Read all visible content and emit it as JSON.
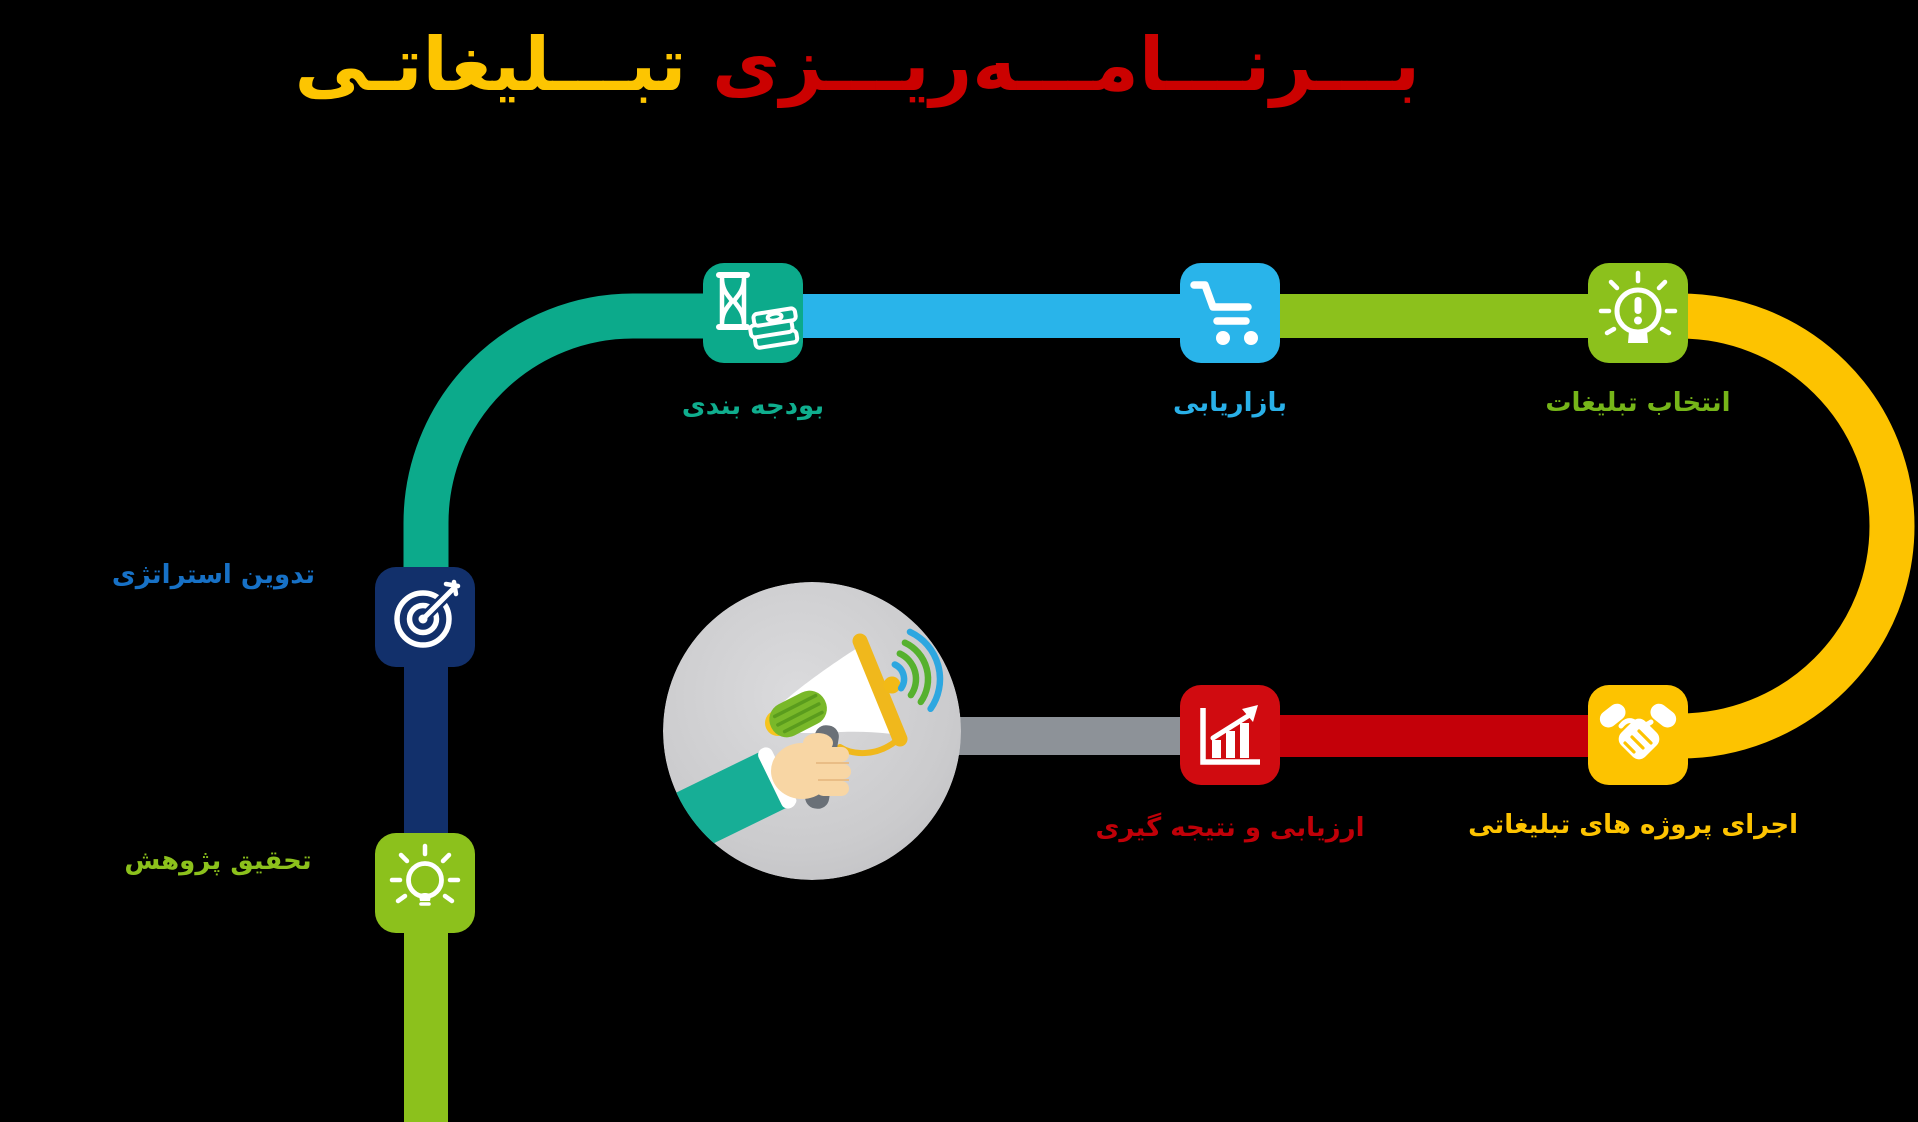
{
  "title": {
    "word_red": "بـــرنـــامـــه‌ریـــزی",
    "word_yellow": "تبـــلیغاتـی",
    "word_red_color": "#cb0100",
    "word_yellow_color": "#fdc501"
  },
  "steps": [
    {
      "id": "research",
      "label": "تحقیق پژوهش",
      "node_color": "#8cc11c",
      "label_color": "#8cc11c",
      "icon": "lightbulb-icon"
    },
    {
      "id": "strategy",
      "label": "تدوین استراتژی",
      "node_color": "#12306b",
      "label_color": "#1771c6",
      "icon": "target-icon"
    },
    {
      "id": "budgeting",
      "label": "بودجه بندی",
      "node_color": "#0caa8b",
      "label_color": "#0fae8e",
      "icon": "hourglass-money-icon"
    },
    {
      "id": "marketing",
      "label": "بازاریابی",
      "node_color": "#29b4ea",
      "label_color": "#29b0e8",
      "icon": "shopping-cart-icon"
    },
    {
      "id": "ad-selection",
      "label": "انتخاب تبلیغات",
      "node_color": "#8cc11c",
      "label_color": "#76b519",
      "icon": "lightbulb-alert-icon"
    },
    {
      "id": "execution",
      "label": "اجرای پروژه های تبلیغاتی",
      "node_color": "#fdc300",
      "label_color": "#fdc300",
      "icon": "handshake-icon"
    },
    {
      "id": "evaluation",
      "label": "ارزیابی و نتیجه گیری",
      "node_color": "#d00b10",
      "label_color": "#c00008",
      "icon": "growth-chart-icon"
    }
  ],
  "connectors": {
    "teal": "#0caa8b",
    "navy": "#12306b",
    "green": "#8cc11c",
    "cyan": "#29b4ea",
    "yellow": "#fdc300",
    "red": "#c40009",
    "gray": "#8d9298"
  },
  "illustration": {
    "name": "hand-holding-megaphone",
    "circle_color": "#cfcfd1",
    "sleeve_color": "#17ae96",
    "megaphone_rim_color": "#f0b81c",
    "grip_color": "#79b829",
    "wave_blue": "#2da7e0",
    "wave_green": "#56b12e"
  }
}
